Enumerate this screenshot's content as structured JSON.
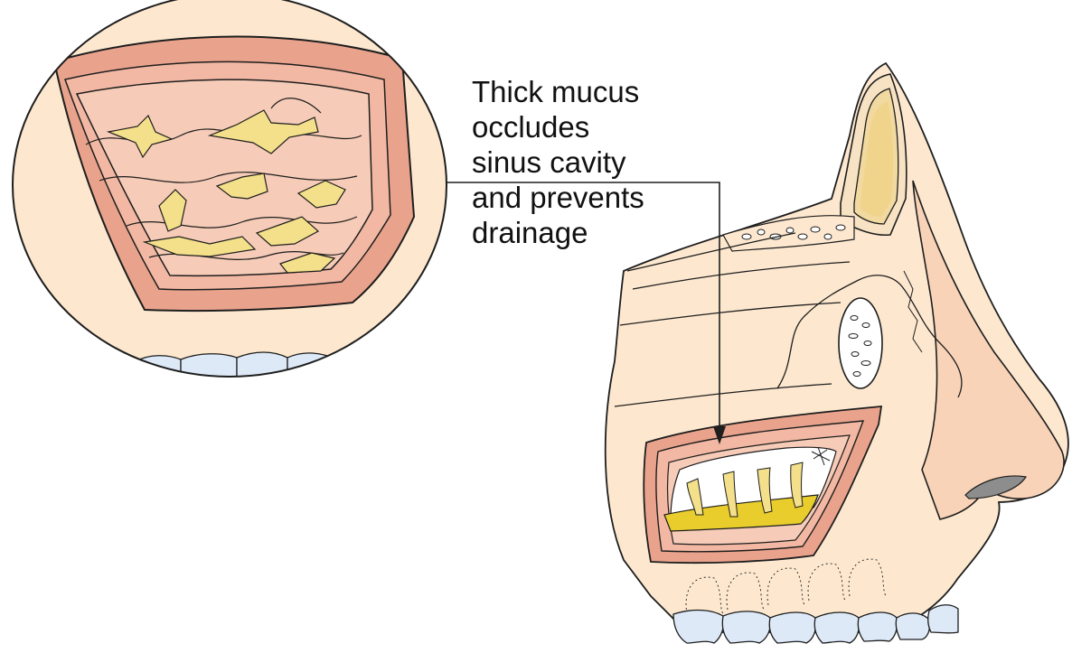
{
  "callout": {
    "lines": [
      "Thick mucus",
      "occludes",
      "sinus cavity",
      "and prevents",
      "drainage"
    ]
  },
  "colors": {
    "skin": "#fde8cf",
    "nose_skin": "#f9d3b8",
    "bone_wall": "#e9a38c",
    "cavity": "#f6cbb7",
    "mucus": "#f4e08a",
    "mucus_deep": "#e9cd2c",
    "teeth": "#dde9f7",
    "outline": "#1e1e1e"
  }
}
